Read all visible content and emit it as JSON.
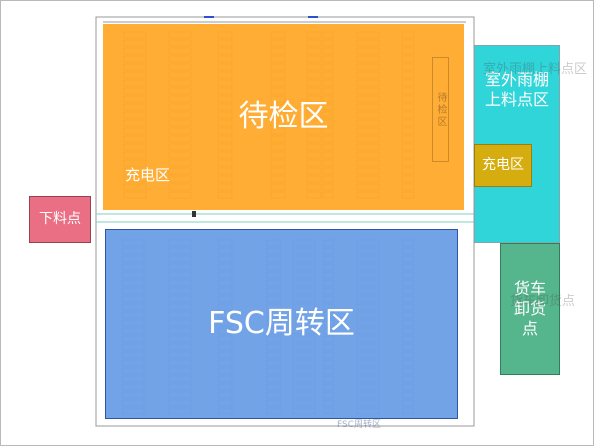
{
  "zones": {
    "pending_inspection": "待检区",
    "fsc_transfer": "FSC周转区",
    "charge_left": "充电区",
    "charge_right": "充电区",
    "outdoor_canopy": "室外雨棚上料点区",
    "unloading_point": "下料点",
    "truck_unloading": "货车卸货点"
  },
  "colors": {
    "pending_inspection": "#ffa014",
    "fsc_transfer": "#6096e4",
    "outdoor_canopy": "#20d2d6",
    "charge_right": "#d6ad0e",
    "unloading_point": "#ea6f85",
    "truck_unloading": "#4ab086"
  },
  "icons": [
    "forklift-icon"
  ]
}
